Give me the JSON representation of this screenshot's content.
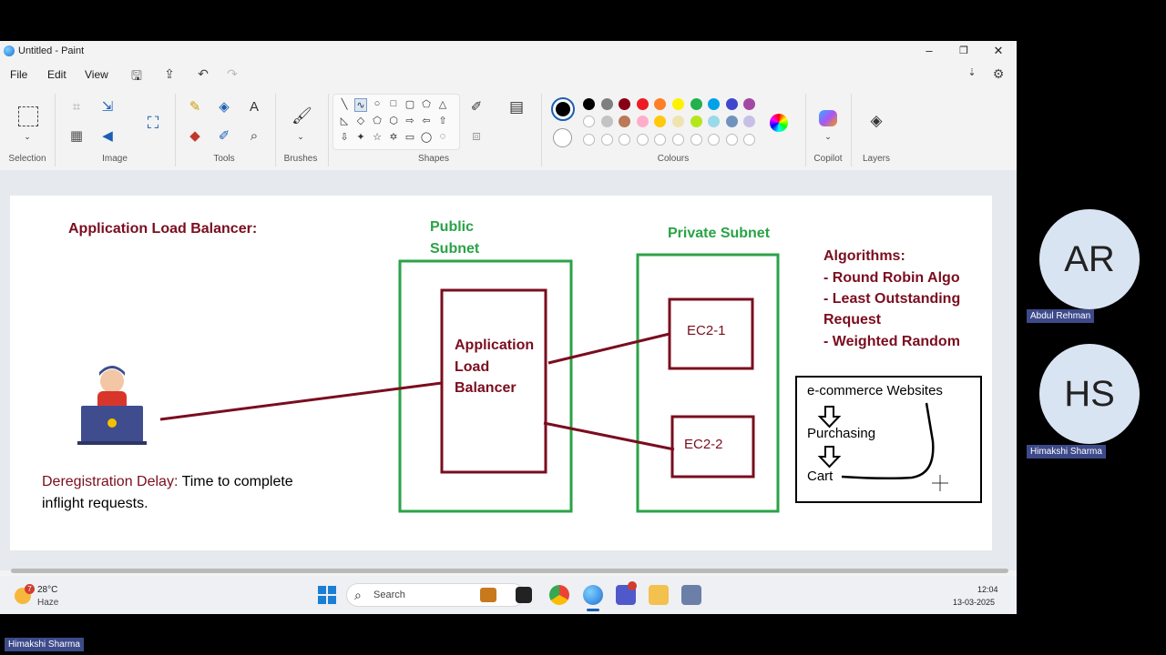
{
  "window": {
    "title": "Untitled - Paint",
    "minimize": "–",
    "maximize": "❐",
    "close": "✕"
  },
  "menu": {
    "file": "File",
    "edit": "Edit",
    "view": "View"
  },
  "ribbon": {
    "groups": {
      "selection": "Selection",
      "image": "Image",
      "tools": "Tools",
      "brushes": "Brushes",
      "shapes": "Shapes",
      "colours": "Colours",
      "copilot": "Copilot",
      "layers": "Layers"
    },
    "colors": [
      "#000000",
      "#7f7f7f",
      "#880015",
      "#ed1c24",
      "#ff7f27",
      "#fff200",
      "#22b14c",
      "#00a2e8",
      "#3f48cc",
      "#a349a4"
    ],
    "colors2": [
      "#ffffff",
      "#c3c3c3",
      "#b97a57",
      "#ffaec9",
      "#ffc90e",
      "#efe4b0",
      "#b5e61d",
      "#99d9ea",
      "#7092be",
      "#c8bfe7"
    ]
  },
  "canvas": {
    "heading": "Application Load Balancer:",
    "public_subnet_1": "Public",
    "public_subnet_2": "Subnet",
    "private_subnet": "Private Subnet",
    "alb_1": "Application",
    "alb_2": "Load",
    "alb_3": "Balancer",
    "ec2_1": "EC2-1",
    "ec2_2": "EC2-2",
    "algorithms_title": "Algorithms:",
    "algo_1": "- Round Robin Algo",
    "algo_2a": "- Least Outstanding",
    "algo_2b": "Request",
    "algo_3": "- Weighted Random",
    "ecom_title": "e-commerce Websites",
    "ecom_purchasing": "Purchasing",
    "ecom_cart": "Cart",
    "dereg_label": "Deregistration Delay:",
    "dereg_text_1": " Time to complete",
    "dereg_text_2": "inflight requests."
  },
  "taskbar": {
    "weather_temp": "28°C",
    "weather_cond": "Haze",
    "weather_badge": "7",
    "search": "Search",
    "time": "12:04",
    "date": "13-03-2025"
  },
  "participants": [
    {
      "initials": "AR",
      "name": "Abdul Rehman"
    },
    {
      "initials": "HS",
      "name": "Himakshi Sharma"
    }
  ],
  "self_name": "Himakshi Sharma",
  "accent": {
    "maroon": "#7a0d1f",
    "green": "#2aa346"
  }
}
